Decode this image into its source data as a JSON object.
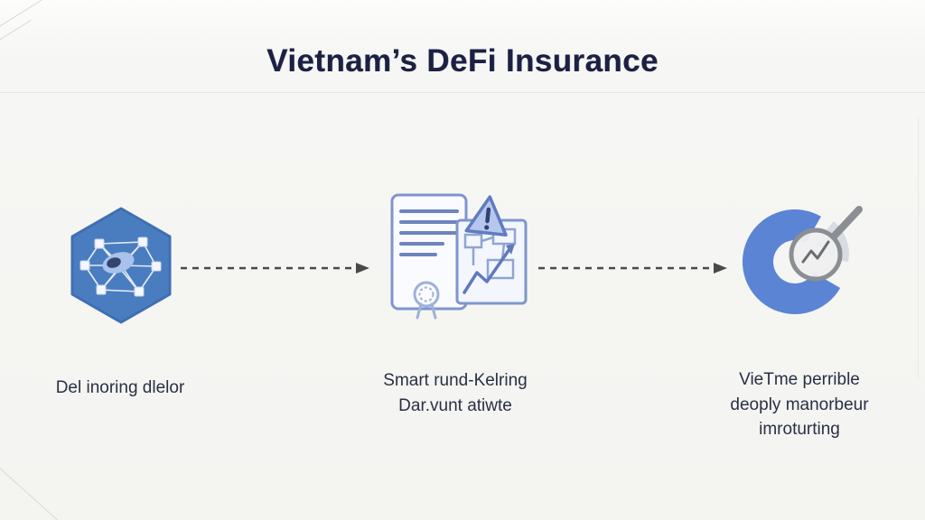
{
  "page": {
    "title": "Vietnam’s DeFi Insurance"
  },
  "colors": {
    "title_text": "#1c2144",
    "caption_text": "#2a2f45",
    "hexagon_fill": "#4a7dc0",
    "hexagon_network": "#ffffff",
    "blob_fill": "#a9c2ec",
    "document_outline": "#7e96cc",
    "document_lines": "#6d84bd",
    "warning_triangle_fill": "#b7c6ec",
    "pie_fill": "#5b84d4",
    "pie_gray_slice": "#d8dce2",
    "magnifier_metal": "#8b8f94",
    "arrow": "#4a4a4a",
    "background": "#f5f5f2"
  },
  "steps": [
    {
      "icon": "blockchain-network-hexagon-icon",
      "caption": "Del inoring dlelor"
    },
    {
      "icon": "smart-contract-document-warning-icon",
      "caption": "Smart rund-Kelring\nDar.vunt atiwte"
    },
    {
      "icon": "risk-pie-chart-magnifier-icon",
      "caption": "VieTme perrible\ndeoply manorbeur\nimroturting"
    }
  ],
  "connectors": [
    {
      "name": "arrow-step1-to-step2"
    },
    {
      "name": "arrow-step2-to-step3"
    }
  ]
}
